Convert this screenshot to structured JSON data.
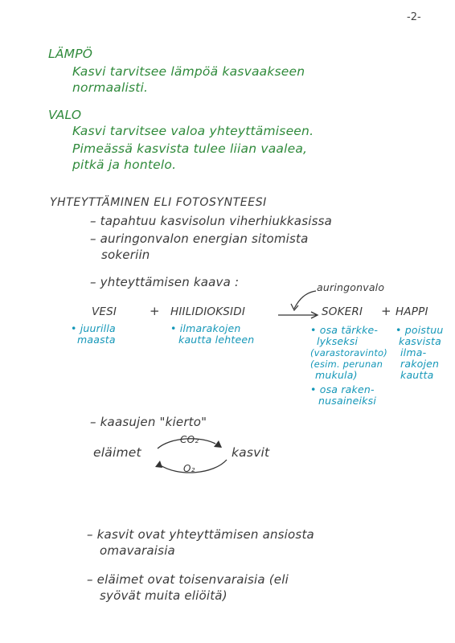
{
  "page_number": "-2-",
  "lampo": {
    "heading": "LÄMPÖ",
    "lines": [
      "Kasvi tarvitsee lämpöä kasvaakseen",
      "normaalisti."
    ]
  },
  "valo": {
    "heading": "VALO",
    "lines": [
      "Kasvi tarvitsee valoa yhteyttämiseen.",
      "Pimeässä kasvista tulee liian vaalea,",
      "pitkä ja hontelo."
    ]
  },
  "photosynthesis": {
    "heading": "YHTEYTTÄMINEN ELI FOTOSYNTEESI",
    "bullet1": "– tapahtuu kasvisolun viherhiukkasissa",
    "bullet2_line1": "– auringonvalon energian sitomista",
    "bullet2_line2": "sokeriin",
    "formula_title": "– yhteyttämisen kaava :",
    "formula": {
      "sunlight": "auringonvalo",
      "water": "VESI",
      "plus1": "+",
      "co2": "HIILIDIOKSIDI",
      "sugar": "SOKERI",
      "plus2": "+",
      "oxygen": "HAPPI"
    },
    "notes": {
      "water": [
        "• juurilla",
        "maasta"
      ],
      "co2": [
        "• ilmarakojen",
        "kautta lehteen"
      ],
      "sugar_a": [
        "• osa tärkke-",
        "lykseksi",
        "(varastoravinto)",
        "(esim. perunan",
        "mukula)"
      ],
      "sugar_b": [
        "• osa raken-",
        "nusaineiksi"
      ],
      "oxygen": [
        "• poistuu",
        "kasvista",
        "ilma-",
        "rakojen",
        "kautta"
      ]
    }
  },
  "gas_cycle": {
    "title": "– kaasujen \"kierto\"",
    "animals": "eläimet",
    "plants": "kasvit",
    "co2": "CO₂",
    "o2": "O₂"
  },
  "conclusions": {
    "line1a": "– kasvit ovat yhteyttämisen ansiosta",
    "line1b": "omavaraisia",
    "line2a": "– eläimet ovat toisenvaraisia (eli",
    "line2b": "syövät muita eliöitä)"
  }
}
